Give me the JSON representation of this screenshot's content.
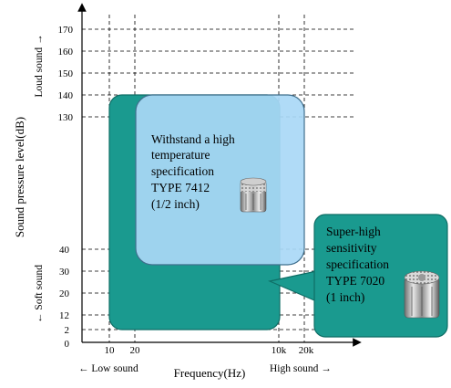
{
  "colors": {
    "teal": "#1a9a8f",
    "teal_edge": "#0f6e66",
    "light_blue": "#a9d8f6",
    "light_blue_edge": "#3f6f8d",
    "grid": "#000000"
  },
  "axes": {
    "y_title": "Sound pressure level(dB)",
    "x_title": "Frequency(Hz)",
    "y_ticks": [
      "0",
      "2",
      "12",
      "20",
      "30",
      "40",
      "130",
      "140",
      "150",
      "160",
      "170"
    ],
    "x_ticks": [
      "10",
      "20",
      "10k",
      "20k"
    ],
    "loud_label": "Loud sound →",
    "soft_label": "←  Soft sound",
    "low_label": "←  Low sound",
    "high_label": "High sound  →"
  },
  "spec_7412": {
    "lines": [
      "Withstand a high",
      "temperature",
      "specification",
      "TYPE 7412",
      "(1/2 inch)"
    ],
    "icon": "microphone-capsule-icon"
  },
  "spec_7020": {
    "lines": [
      "Super-high",
      "sensitivity",
      "specification",
      "TYPE 7020",
      "(1 inch)"
    ],
    "icon": "microphone-capsule-icon"
  }
}
